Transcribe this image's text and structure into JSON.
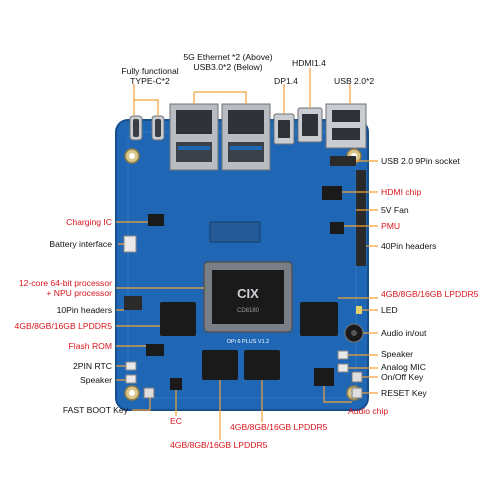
{
  "colors": {
    "board": "#1f66b4",
    "board_dark": "#164f8e",
    "leader": "#f0a23a",
    "label_black": "#111111",
    "label_red": "#d8141d",
    "chip": "#1a1a1a",
    "soc_frame": "#7a7f86",
    "metal": "#c9ccd0"
  },
  "labels": {
    "typec": [
      "Fully functional",
      "TYPE-C*2"
    ],
    "ethernet": [
      "5G Ethernet *2 (Above)",
      "USB3.0*2 (Below)"
    ],
    "hdmi": "HDMI1.4",
    "dp": "DP1.4",
    "usb2": "USB 2.0*2",
    "usb_socket": "USB 2.0 9Pin socket",
    "hdmi_chip": "HDMI chip",
    "fan": "5V Fan",
    "pmu": "PMU",
    "pin40": "40Pin headers",
    "charging_ic": "Charging IC",
    "battery": "Battery interface",
    "processor": [
      "12-core 64-bit processor",
      "+ NPU processor"
    ],
    "pin10": "10Pin headers",
    "lpddr_left": "4GB/8GB/16GB LPDDR5",
    "flash": "Flash ROM",
    "rtc": "2PIN RTC",
    "speaker_left": "Speaker",
    "fastboot": "FAST BOOT Key",
    "ec": "EC",
    "lpddr_bottom_mid": "4GB/8GB/16GB LPDDR5",
    "lpddr_bottom": "4GB/8GB/16GB LPDDR5",
    "audio_chip": "Audio chip",
    "reset": "RESET Key",
    "onoff": "On/Off Key",
    "analog_mic": "Analog MIC",
    "speaker_right": "Speaker",
    "audio": "Audio in/out",
    "led": "LED",
    "lpddr_right": "4GB/8GB/16GB LPDDR5"
  },
  "soc": {
    "logo": "CIX",
    "marking": "CD8180",
    "board_text": "OPi 6 PLUS V1.2"
  },
  "icons": [
    "board-photo",
    "soc-chip",
    "ethernet-port-icon",
    "usb-port-icon",
    "hdmi-port-icon",
    "dp-port-icon",
    "typec-port-icon",
    "audio-jack-icon",
    "gpio-header-icon"
  ]
}
